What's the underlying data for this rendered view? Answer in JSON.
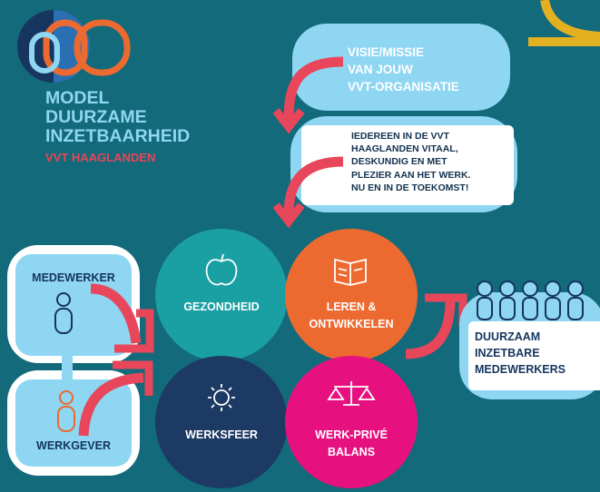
{
  "header": {
    "title_lines": [
      "MODEL",
      "DUURZAME",
      "INZETBAARHEID"
    ],
    "subtitle": "VVT HAAGLANDEN"
  },
  "visie": {
    "lines": [
      "VISIE/MISSIE",
      "VAN JOUW",
      "VVT-ORGANISATIE"
    ]
  },
  "ambition": {
    "lines": [
      "IEDEREEN IN DE VVT",
      "HAAGLANDEN VITAAL,",
      "DESKUNDIG EN MET",
      "PLEZIER AAN HET WERK.",
      "NU EN IN DE TOEKOMST!"
    ]
  },
  "actors": {
    "employee": "MEDEWERKER",
    "employer": "WERKGEVER"
  },
  "pillars": {
    "health": {
      "label": "GEZONDHEID",
      "icon": "apple-icon",
      "color": "#1a9fa3"
    },
    "learning": {
      "lines": [
        "LEREN &",
        "ONTWIKKELEN"
      ],
      "icon": "book-icon",
      "color": "#ec6a30"
    },
    "climate": {
      "label": "WERKSFEER",
      "icon": "sun-icon",
      "color": "#1c3a63"
    },
    "balance": {
      "lines": [
        "WERK-PRIVÉ",
        "BALANS"
      ],
      "icon": "scale-icon",
      "color": "#e6117f"
    }
  },
  "result": {
    "lines": [
      "DUURZAAM",
      "INZETBARE",
      "MEDEWERKERS"
    ]
  },
  "colors": {
    "background": "#126a7a",
    "light_blue": "#8fd6f2",
    "red_arrow": "#e8465a",
    "dark_blue": "#16355f",
    "yellow": "#e3b022"
  }
}
